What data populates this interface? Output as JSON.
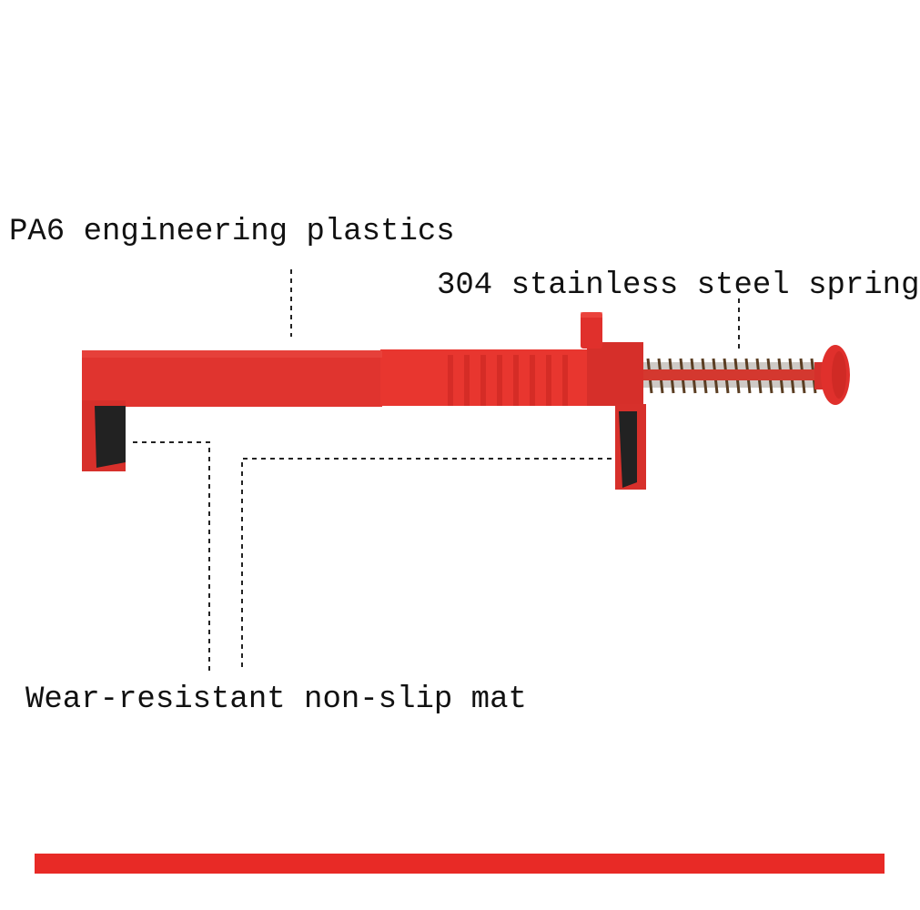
{
  "labels": {
    "plastic": "PA6 engineering plastics",
    "spring": "304 stainless steel spring",
    "mat": "Wear-resistant non-slip mat"
  },
  "colors": {
    "tool_red": "#e0302c",
    "tool_dark_red": "#b3221f",
    "mat_black": "#222222",
    "spring_metal": "#6b4a2a",
    "bottom_bar": "#e82a26"
  },
  "image": {
    "subject-icon": "red-brick-line-clamp-tool"
  }
}
